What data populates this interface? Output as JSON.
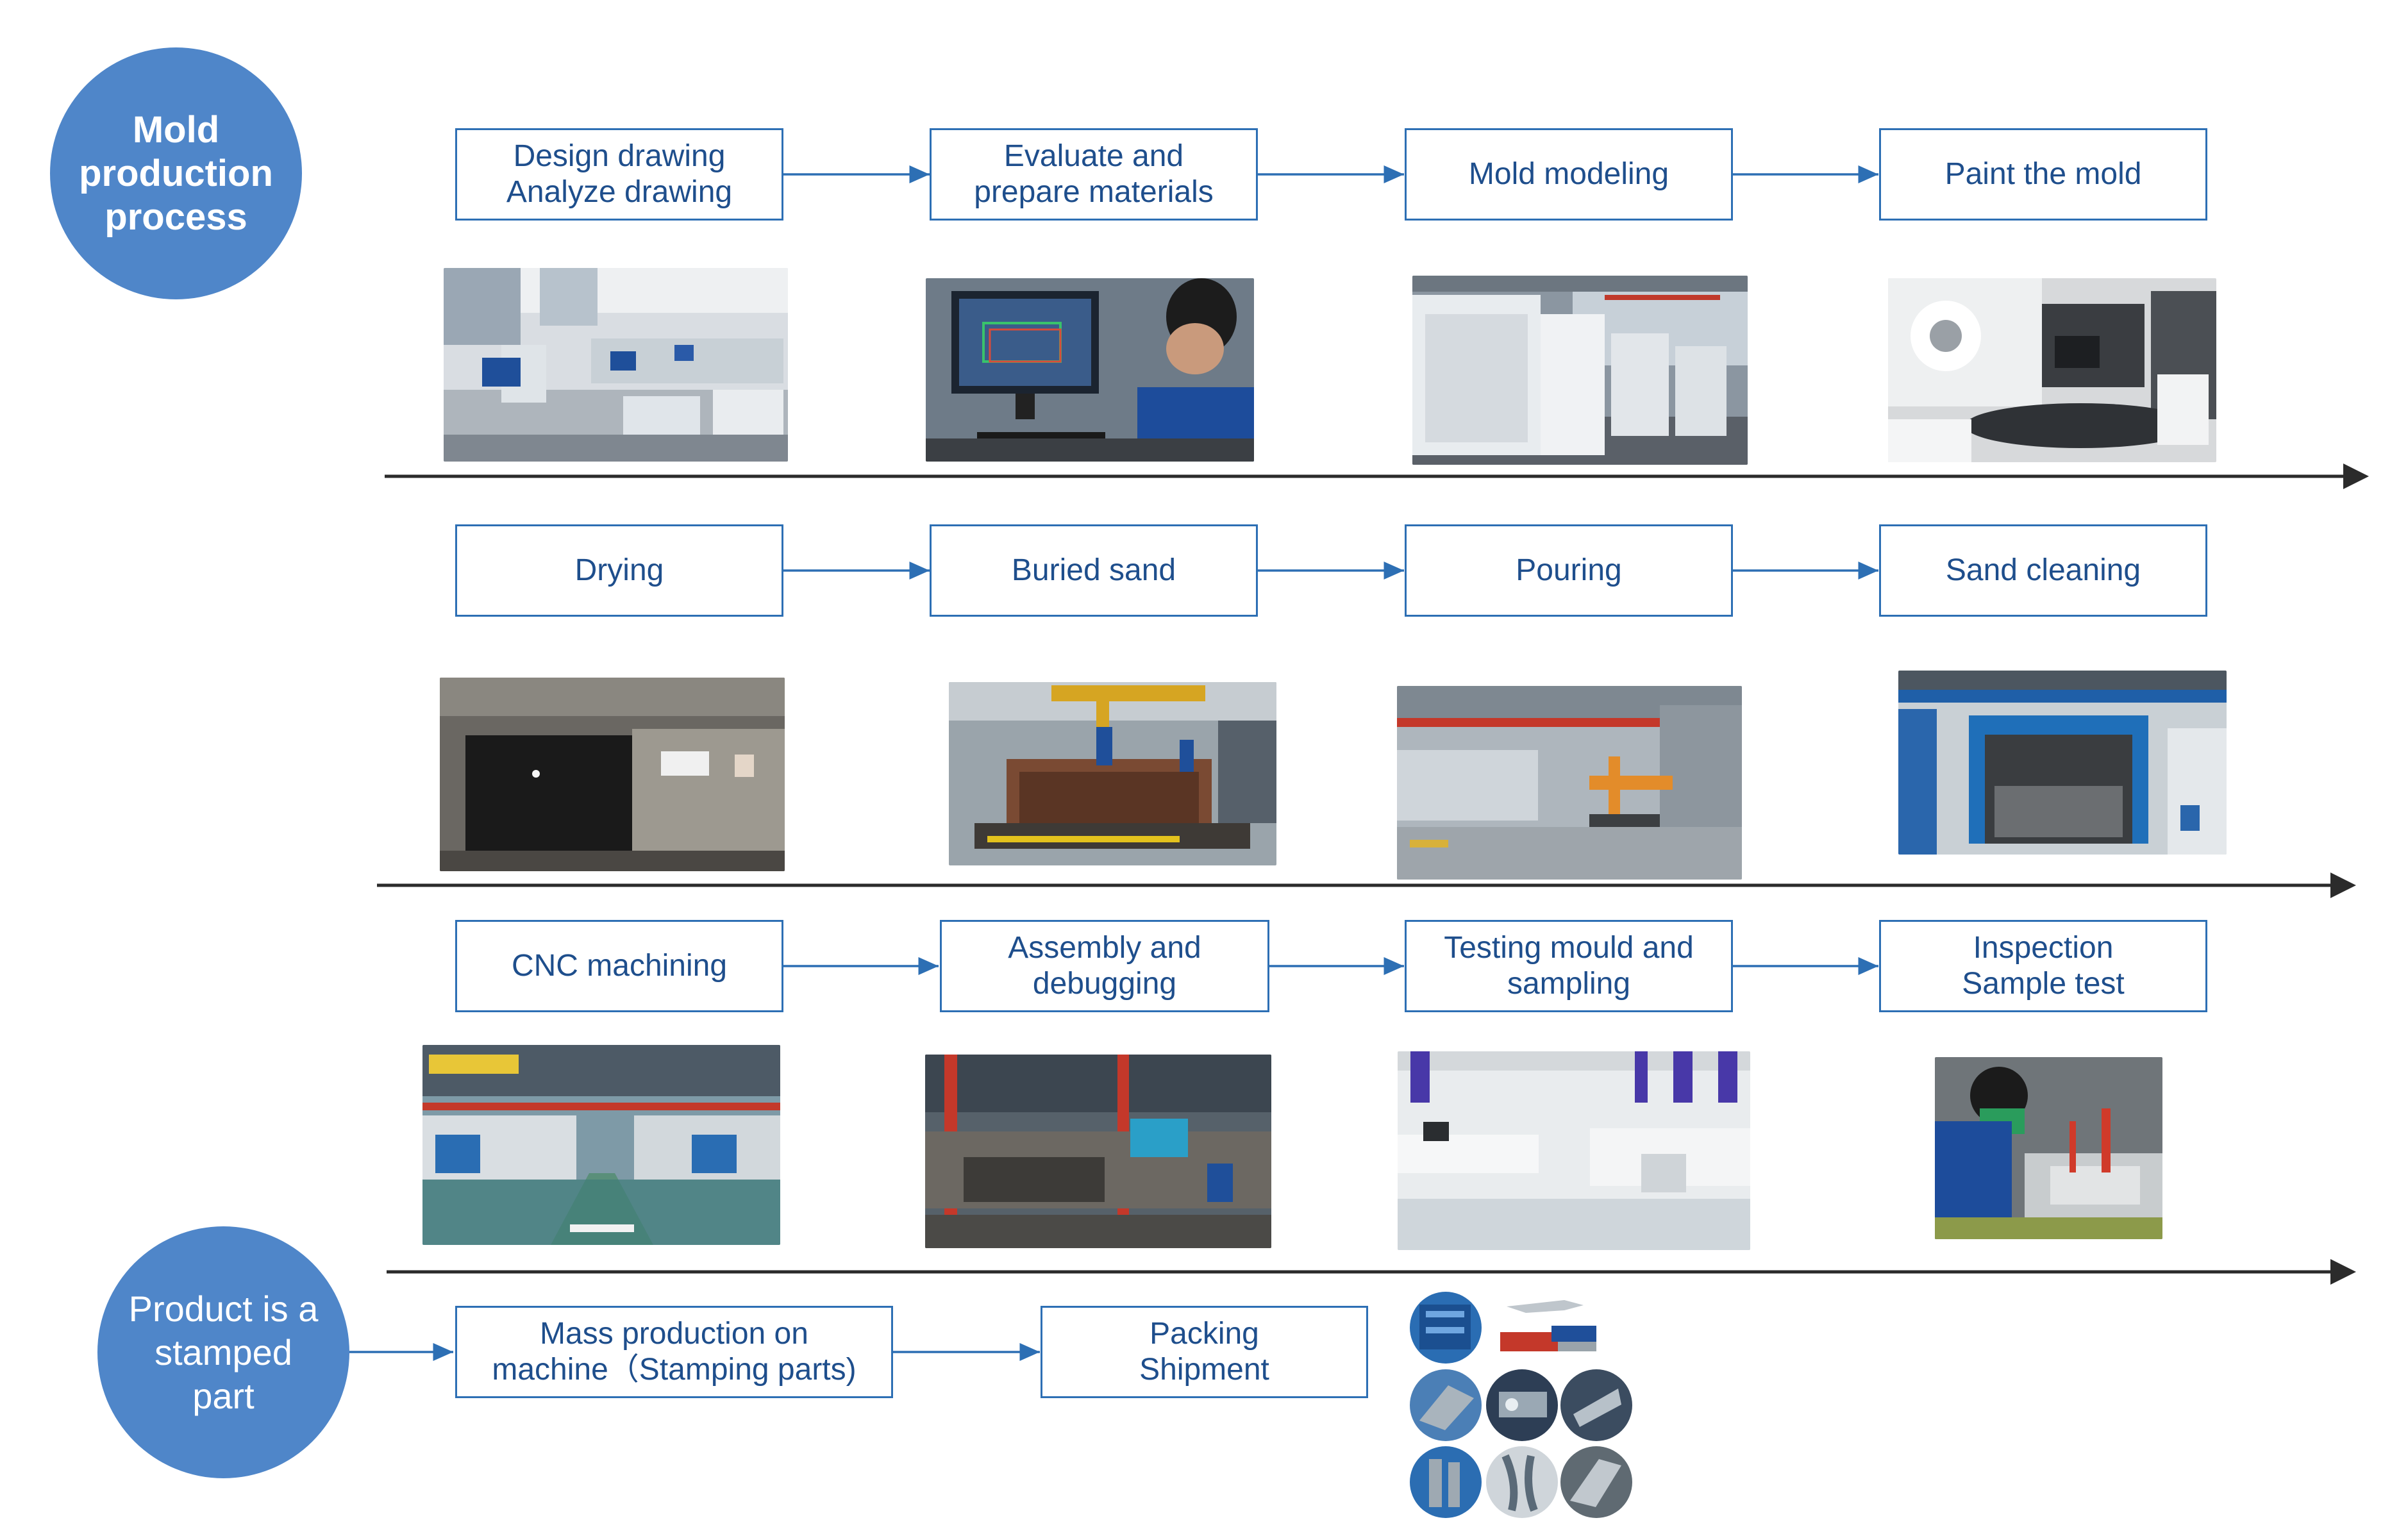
{
  "start_node": {
    "label": "Mold\nproduction\nprocess"
  },
  "end_node": {
    "label": "Product is a\nstamped\npart"
  },
  "rows": [
    {
      "steps": [
        {
          "label": "Design drawing\nAnalyze drawing",
          "photo": "office-workstations"
        },
        {
          "label": "Evaluate and\nprepare materials",
          "photo": "engineer-at-cad-monitor"
        },
        {
          "label": "Mold modeling",
          "photo": "foam-mold-models"
        },
        {
          "label": "Paint the mold",
          "photo": "painted-foam-mold"
        }
      ]
    },
    {
      "steps": [
        {
          "label": "Drying",
          "photo": "drying-room"
        },
        {
          "label": "Buried sand",
          "photo": "sand-burying-frame"
        },
        {
          "label": "Pouring",
          "photo": "pouring-workshop"
        },
        {
          "label": "Sand cleaning",
          "photo": "sand-cleaning-chamber"
        }
      ]
    },
    {
      "steps": [
        {
          "label": "CNC machining",
          "photo": "cnc-workshop"
        },
        {
          "label": "Assembly and\ndebugging",
          "photo": "assembly-floor"
        },
        {
          "label": "Testing mould and\nsampling",
          "photo": "testing-lab"
        },
        {
          "label": "Inspection\nSample test",
          "photo": "inspector-with-fixture"
        }
      ]
    }
  ],
  "final_steps": [
    {
      "label": "Mass production on\nmachine（Stamping parts)"
    },
    {
      "label": "Packing\nShipment",
      "photos": [
        "packed-crates",
        "cargo-plane-truck-ship",
        "stamped-part-1",
        "stamped-part-2",
        "stamped-part-3",
        "stamped-part-4",
        "stamped-part-5",
        "stamped-part-6"
      ]
    }
  ],
  "colors": {
    "circle": "#4f86c9",
    "box_border": "#2d6fb4",
    "box_text": "#1e4e8c",
    "connector": "#2d6fb4",
    "timeline": "#2b2b2b"
  }
}
